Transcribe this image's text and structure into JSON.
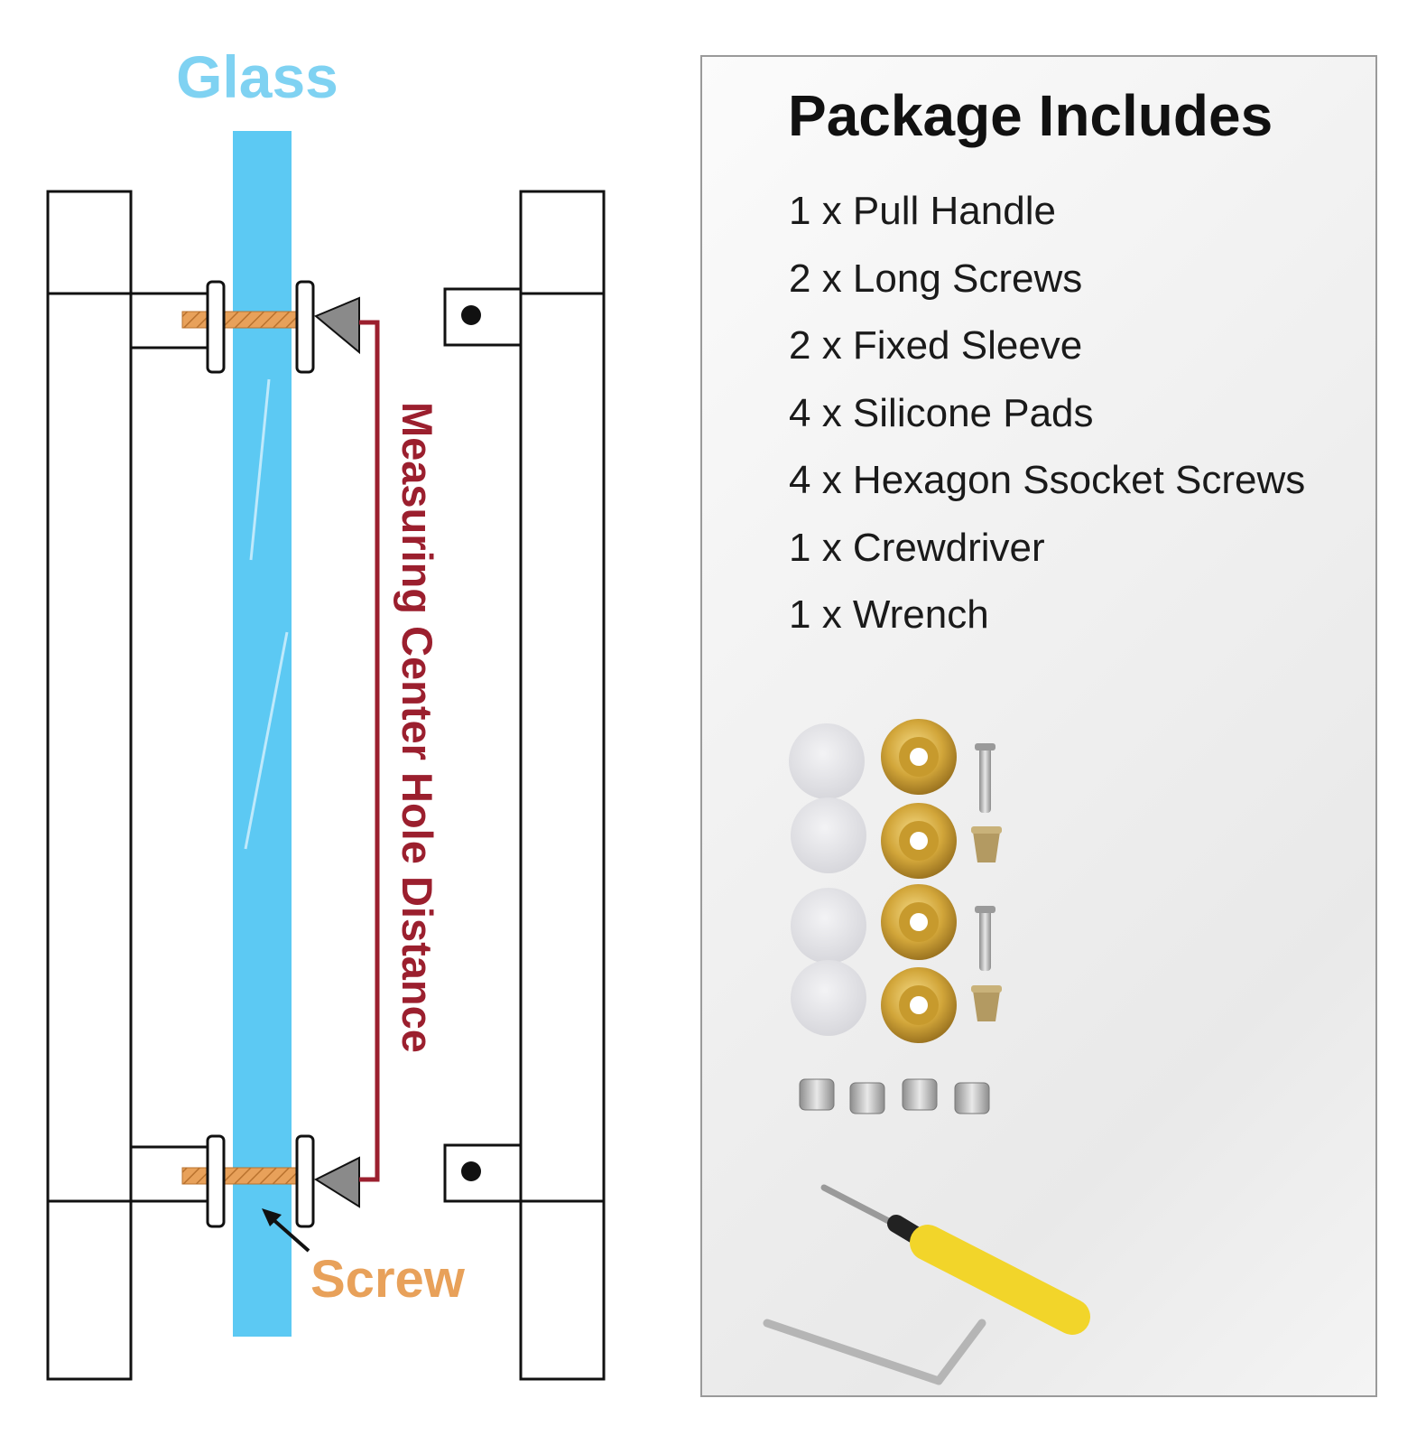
{
  "diagram": {
    "glass_label": "Glass",
    "screw_label": "Screw",
    "measure_label": "Measuring Center Hole Distance",
    "colors": {
      "glass": "#5cc9f3",
      "glass_label": "#7fd2f2",
      "screw": "#e8a15a",
      "measure": "#9b1f2e",
      "outline": "#111111",
      "cone": "#8a8a8a"
    }
  },
  "package": {
    "title": "Package Includes",
    "items": [
      "1 x Pull Handle",
      "2 x Long Screws",
      "2 x Fixed Sleeve",
      "4 x Silicone Pads",
      "4 x Hexagon Ssocket Screws",
      "1 x Crewdriver",
      "1 x Wrench"
    ],
    "part_icons": [
      "silicone-pad-icon",
      "gold-washer-icon",
      "long-screw-icon",
      "fixed-sleeve-icon",
      "set-screw-icon",
      "screwdriver-icon",
      "hex-wrench-icon"
    ]
  }
}
